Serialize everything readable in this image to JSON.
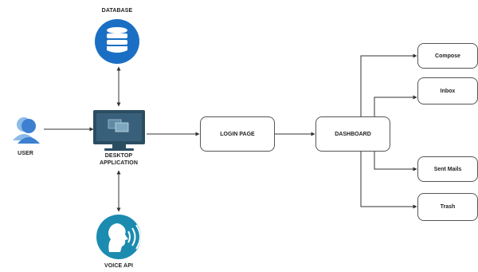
{
  "nodes": {
    "user": {
      "label": "USER",
      "icon": "user-group-icon"
    },
    "database": {
      "label": "DATABASE",
      "icon": "database-icon"
    },
    "desktop_app": {
      "label_line1": "DESKTOP",
      "label_line2": "APPLICATION",
      "icon": "monitor-icon"
    },
    "voice_api": {
      "label": "VOICE API",
      "icon": "voice-api-icon"
    },
    "login_page": {
      "label": "LOGIN PAGE"
    },
    "dashboard": {
      "label": "DASHBOARD"
    },
    "compose": {
      "label": "Compose"
    },
    "inbox": {
      "label": "Inbox"
    },
    "sent_mails": {
      "label": "Sent Mails"
    },
    "trash": {
      "label": "Trash"
    }
  },
  "colors": {
    "database_blue": "#1a6fc4",
    "voice_teal": "#1c8bb0",
    "monitor_dark": "#2b4d62",
    "user_blue": "#3d7fd1"
  }
}
